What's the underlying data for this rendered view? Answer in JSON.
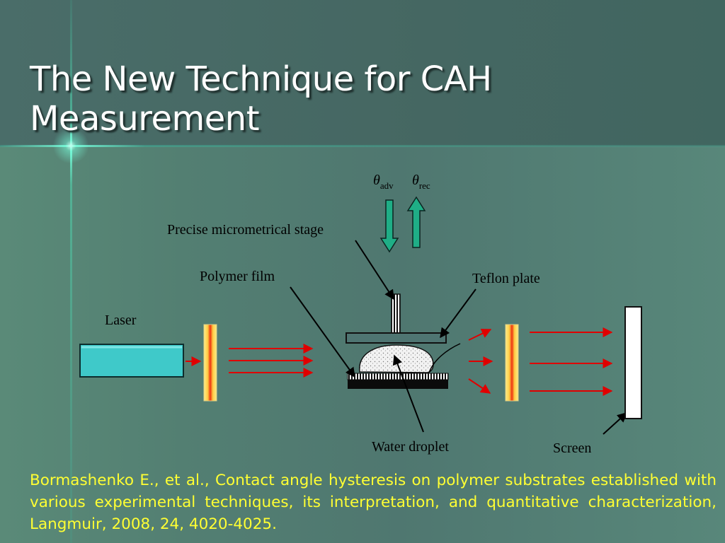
{
  "slide": {
    "title": "The New Technique for CAH Measurement",
    "reference": "Bormashenko E., et al., Contact angle hysteresis on polymer substrates established with various experimental techniques, its interpretation, and quantitative characterization, Langmuir, 2008, 24, 4020-4025."
  },
  "diagram": {
    "labels": {
      "stage": "Precise micrometrical stage",
      "polymer_film": "Polymer film",
      "teflon_plate": "Teflon plate",
      "laser": "Laser",
      "water_droplet": "Water droplet",
      "screen": "Screen"
    },
    "angles": {
      "symbol": "θ",
      "advancing_sub": "adv",
      "receding_sub": "rec"
    }
  },
  "colors": {
    "title_text": "#ffffff",
    "reference_text": "#ffff33",
    "laser_body": "#3fc9c9",
    "beam_arrows": "#e00000",
    "motion_arrows": "#1fae86",
    "stage_band_fill": "#ffdd55"
  }
}
